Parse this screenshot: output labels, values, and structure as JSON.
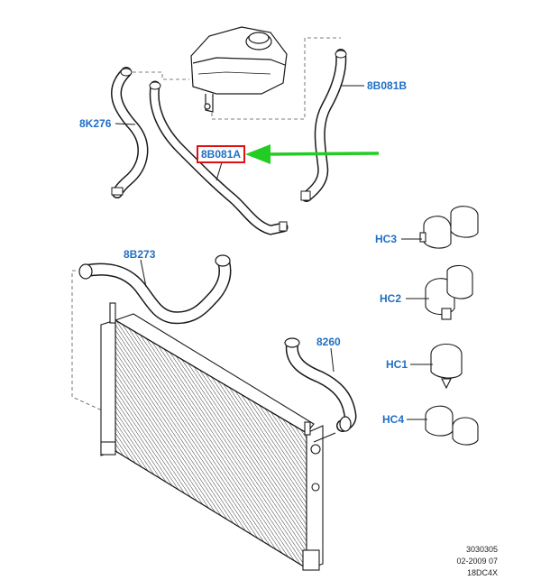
{
  "colors": {
    "label": "#1f6fc4",
    "highlight_border": "#e01010",
    "arrow": "#22cc22",
    "line": "#1a1a1a"
  },
  "labels": {
    "expansion_hose_left": "8K276",
    "hose_right_upper": "8B081B",
    "hose_highlighted": "8B081A",
    "upper_radiator_hose": "8B273",
    "lower_radiator_hose": "8260",
    "clip_hc3": "HC3",
    "clip_hc2": "HC2",
    "clip_hc1": "HC1",
    "clip_hc4": "HC4"
  },
  "footer": {
    "ref_number": "3030305",
    "date_code": "02-2009 07",
    "model_code": "18DC4X"
  }
}
